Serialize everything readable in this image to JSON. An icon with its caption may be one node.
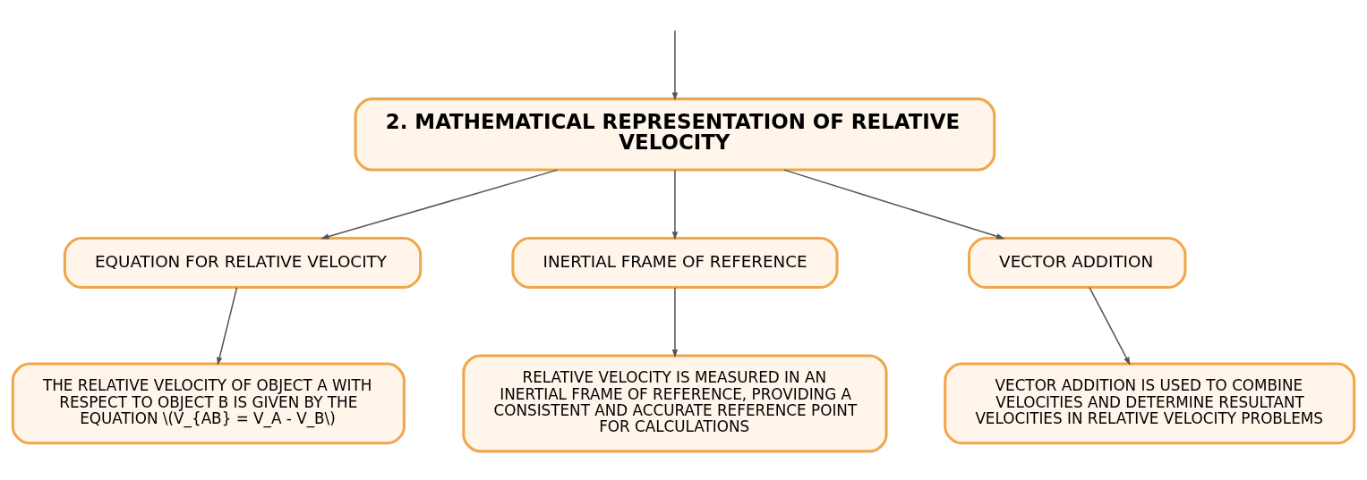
{
  "diagram": {
    "nodes": [
      {
        "text": [
          "2. MATHEMATICAL REPRESENTATION OF RELATIVE VELOCITY"
        ]
      },
      {
        "text": [
          "EQUATION FOR RELATIVE VELOCITY"
        ]
      },
      {
        "text": [
          "INERTIAL FRAME OF REFERENCE"
        ]
      },
      {
        "text": [
          "VECTOR ADDITION"
        ]
      },
      {
        "text": [
          "THE RELATIVE VELOCITY OF OBJECT A WITH RESPECT TO OBJECT B IS GIVEN BY THE EQUATION \\(V_{AB} = V_A - V_B\\)"
        ]
      },
      {
        "text": [
          "RELATIVE VELOCITY IS MEASURED IN AN INERTIAL FRAME OF REFERENCE, PROVIDING A CONSISTENT AND ACCURATE REFERENCE POINT FOR CALCULATIONS"
        ]
      },
      {
        "text": [
          "VECTOR ADDITION IS USED TO COMBINE VELOCITIES AND DETERMINE RESULTANT VELOCITIES IN RELATIVE VELOCITY PROBLEMS"
        ]
      }
    ],
    "edges": [
      {
        "from": null,
        "to": 0,
        "arrow": "to"
      },
      {
        "from": 0,
        "to": 1,
        "arrow": "to"
      },
      {
        "from": 0,
        "to": 2,
        "arrow": "to"
      },
      {
        "from": 0,
        "to": 3,
        "arrow": "to"
      },
      {
        "from": 1,
        "to": 4,
        "arrow": "to"
      },
      {
        "from": 2,
        "to": 5,
        "arrow": "to"
      },
      {
        "from": 3,
        "to": 6,
        "arrow": "to"
      }
    ]
  }
}
